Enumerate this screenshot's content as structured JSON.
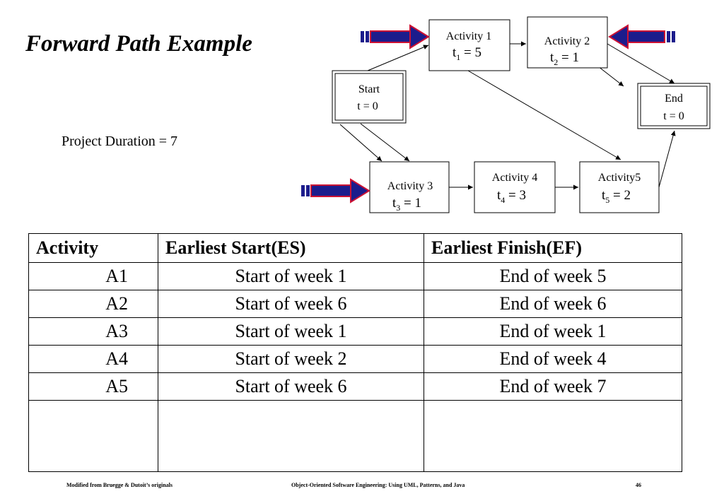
{
  "title": "Forward Path Example",
  "project_duration": "Project Duration = 7",
  "network": {
    "start": {
      "label": "Start",
      "t": "t = 0"
    },
    "end": {
      "label": "End",
      "t": "t = 0"
    },
    "activity1": {
      "label": "Activity 1",
      "t_prefix": "t",
      "t_sub": "1",
      "t_value": " = 5"
    },
    "activity2": {
      "label": "Activity 2",
      "t_prefix": "t",
      "t_sub": "2",
      "t_value": " = 1"
    },
    "activity3": {
      "label": "Activity 3",
      "t_prefix": "t",
      "t_sub": "3",
      "t_value": " = 1"
    },
    "activity4": {
      "label": "Activity 4",
      "t_prefix": "t",
      "t_sub": "4",
      "t_value": " = 3"
    },
    "activity5": {
      "label": "Activity5",
      "t_prefix": "t",
      "t_sub": "5",
      "t_value": " = 2"
    },
    "colors": {
      "arrow_fill": "#1c1c8c",
      "arrow_stripe": "#cc1133"
    }
  },
  "table": {
    "headers": [
      "Activity",
      "Earliest Start(ES)",
      "Earliest Finish(EF)"
    ],
    "rows": [
      [
        "A1",
        "Start of week 1",
        "End of week 5"
      ],
      [
        "A2",
        "Start of week 6",
        "End of week 6"
      ],
      [
        "A3",
        "Start of week 1",
        "End of week 1"
      ],
      [
        "A4",
        "Start of week 2",
        "End of week 4"
      ],
      [
        "A5",
        "Start of week 6",
        "End of week 7"
      ]
    ]
  },
  "footer": {
    "left": "Modified from Bruegge & Dutoit’s originals",
    "center": "Object-Oriented Software Engineering: Using UML, Patterns, and Java",
    "page": "46"
  }
}
